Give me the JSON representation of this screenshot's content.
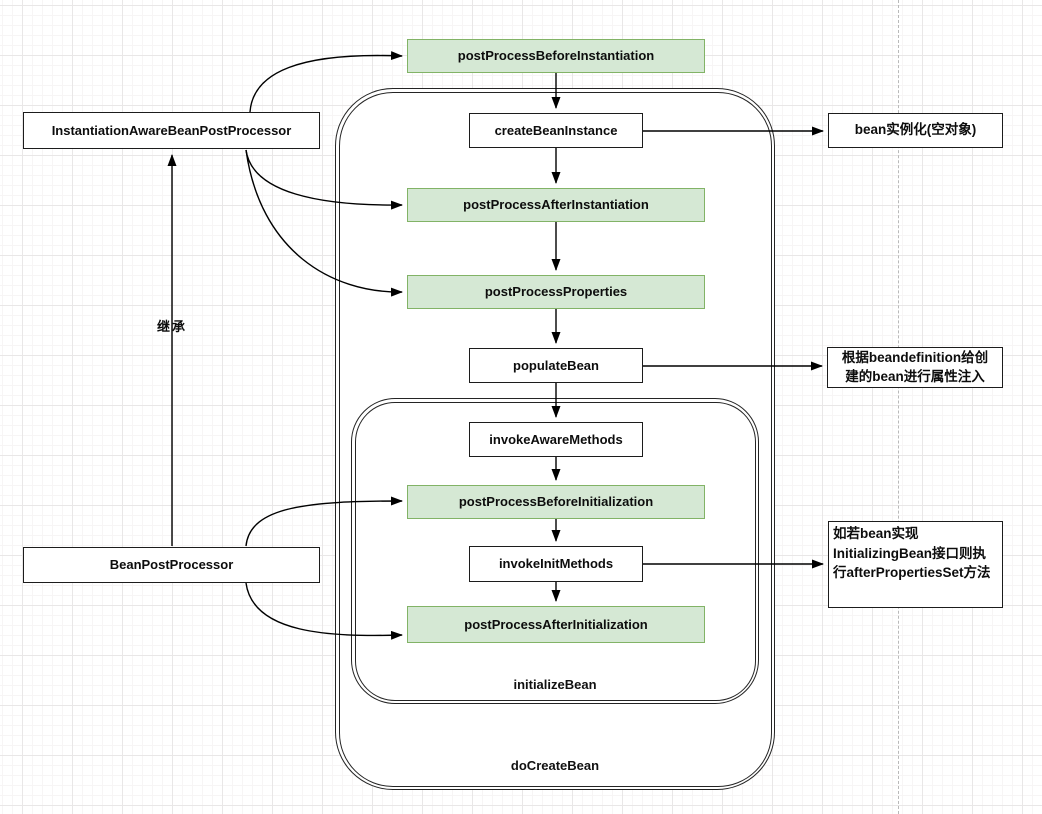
{
  "nodes": {
    "beforeInstantiation": {
      "label": "postProcessBeforeInstantiation"
    },
    "instantiationAwareBeanPostProcessor": {
      "label": "InstantiationAwareBeanPostProcessor"
    },
    "createBeanInstance": {
      "label": "createBeanInstance"
    },
    "beanInstantiation": {
      "label": "bean实例化(空对象)"
    },
    "afterInstantiation": {
      "label": "postProcessAfterInstantiation"
    },
    "postProcessProperties": {
      "label": "postProcessProperties"
    },
    "populateBean": {
      "label": "populateBean"
    },
    "populateNote": {
      "label": "根据beandefinition给创建的bean进行属性注入"
    },
    "invokeAwareMethods": {
      "label": "invokeAwareMethods"
    },
    "beforeInitialization": {
      "label": "postProcessBeforeInitialization"
    },
    "invokeInitMethods": {
      "label": "invokeInitMethods"
    },
    "initNote": {
      "label": "如若bean实现InitializingBean接口则执行afterPropertiesSet方法"
    },
    "afterInitialization": {
      "label": "postProcessAfterInitialization"
    },
    "beanPostProcessor": {
      "label": "BeanPostProcessor"
    }
  },
  "containers": {
    "doCreateBean": {
      "label": "doCreateBean"
    },
    "initializeBean": {
      "label": "initializeBean"
    }
  },
  "labels": {
    "inherit": "继承"
  },
  "edges": [
    {
      "from": "instantiationAwareBeanPostProcessor",
      "to": "beforeInstantiation"
    },
    {
      "from": "beforeInstantiation",
      "to": "createBeanInstance"
    },
    {
      "from": "createBeanInstance",
      "to": "beanInstantiation"
    },
    {
      "from": "createBeanInstance",
      "to": "afterInstantiation"
    },
    {
      "from": "instantiationAwareBeanPostProcessor",
      "to": "afterInstantiation"
    },
    {
      "from": "instantiationAwareBeanPostProcessor",
      "to": "postProcessProperties"
    },
    {
      "from": "afterInstantiation",
      "to": "postProcessProperties"
    },
    {
      "from": "postProcessProperties",
      "to": "populateBean"
    },
    {
      "from": "populateBean",
      "to": "populateNote"
    },
    {
      "from": "populateBean",
      "to": "invokeAwareMethods"
    },
    {
      "from": "invokeAwareMethods",
      "to": "beforeInitialization"
    },
    {
      "from": "beanPostProcessor",
      "to": "beforeInitialization"
    },
    {
      "from": "beforeInitialization",
      "to": "invokeInitMethods"
    },
    {
      "from": "invokeInitMethods",
      "to": "initNote"
    },
    {
      "from": "invokeInitMethods",
      "to": "afterInitialization"
    },
    {
      "from": "beanPostProcessor",
      "to": "afterInitialization"
    },
    {
      "from": "beanPostProcessor",
      "to": "instantiationAwareBeanPostProcessor",
      "label": "继承"
    }
  ],
  "colors": {
    "node_green_fill": "#d5e8d4",
    "node_green_border": "#82b366",
    "node_white_fill": "#ffffff",
    "stroke": "#000000"
  }
}
